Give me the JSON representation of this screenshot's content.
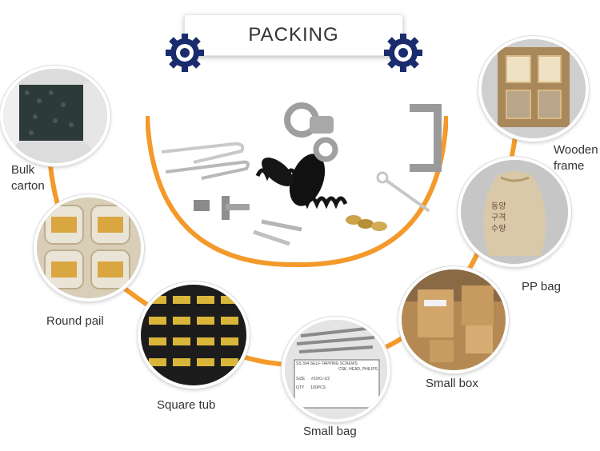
{
  "header": {
    "title": "PACKING"
  },
  "colors": {
    "accent": "#f39a2b",
    "gear": "#1a2c6e",
    "text": "#333333"
  },
  "items": [
    {
      "id": "bulk-carton",
      "label_line1": "Bulk",
      "label_line2": "carton"
    },
    {
      "id": "round-pail",
      "label": "Round pail"
    },
    {
      "id": "square-tub",
      "label": "Square tub"
    },
    {
      "id": "small-bag",
      "label": "Small bag"
    },
    {
      "id": "small-box",
      "label": "Small box"
    },
    {
      "id": "pp-bag",
      "label": "PP bag"
    },
    {
      "id": "wooden-frame",
      "label_line1": "Wooden",
      "label_line2": "frame"
    }
  ],
  "small_bag_tag": {
    "heading": "SS 304 SELF-TAPPING SCREWS",
    "subheading": "CSK. HEAD, PHILIPS",
    "size_label": "SIZE",
    "size_value": "#10X1-1/2",
    "qty_label": "QTY",
    "qty_value": "100PCS"
  },
  "pp_bag_text": [
    "동양",
    "구격",
    "수량"
  ]
}
